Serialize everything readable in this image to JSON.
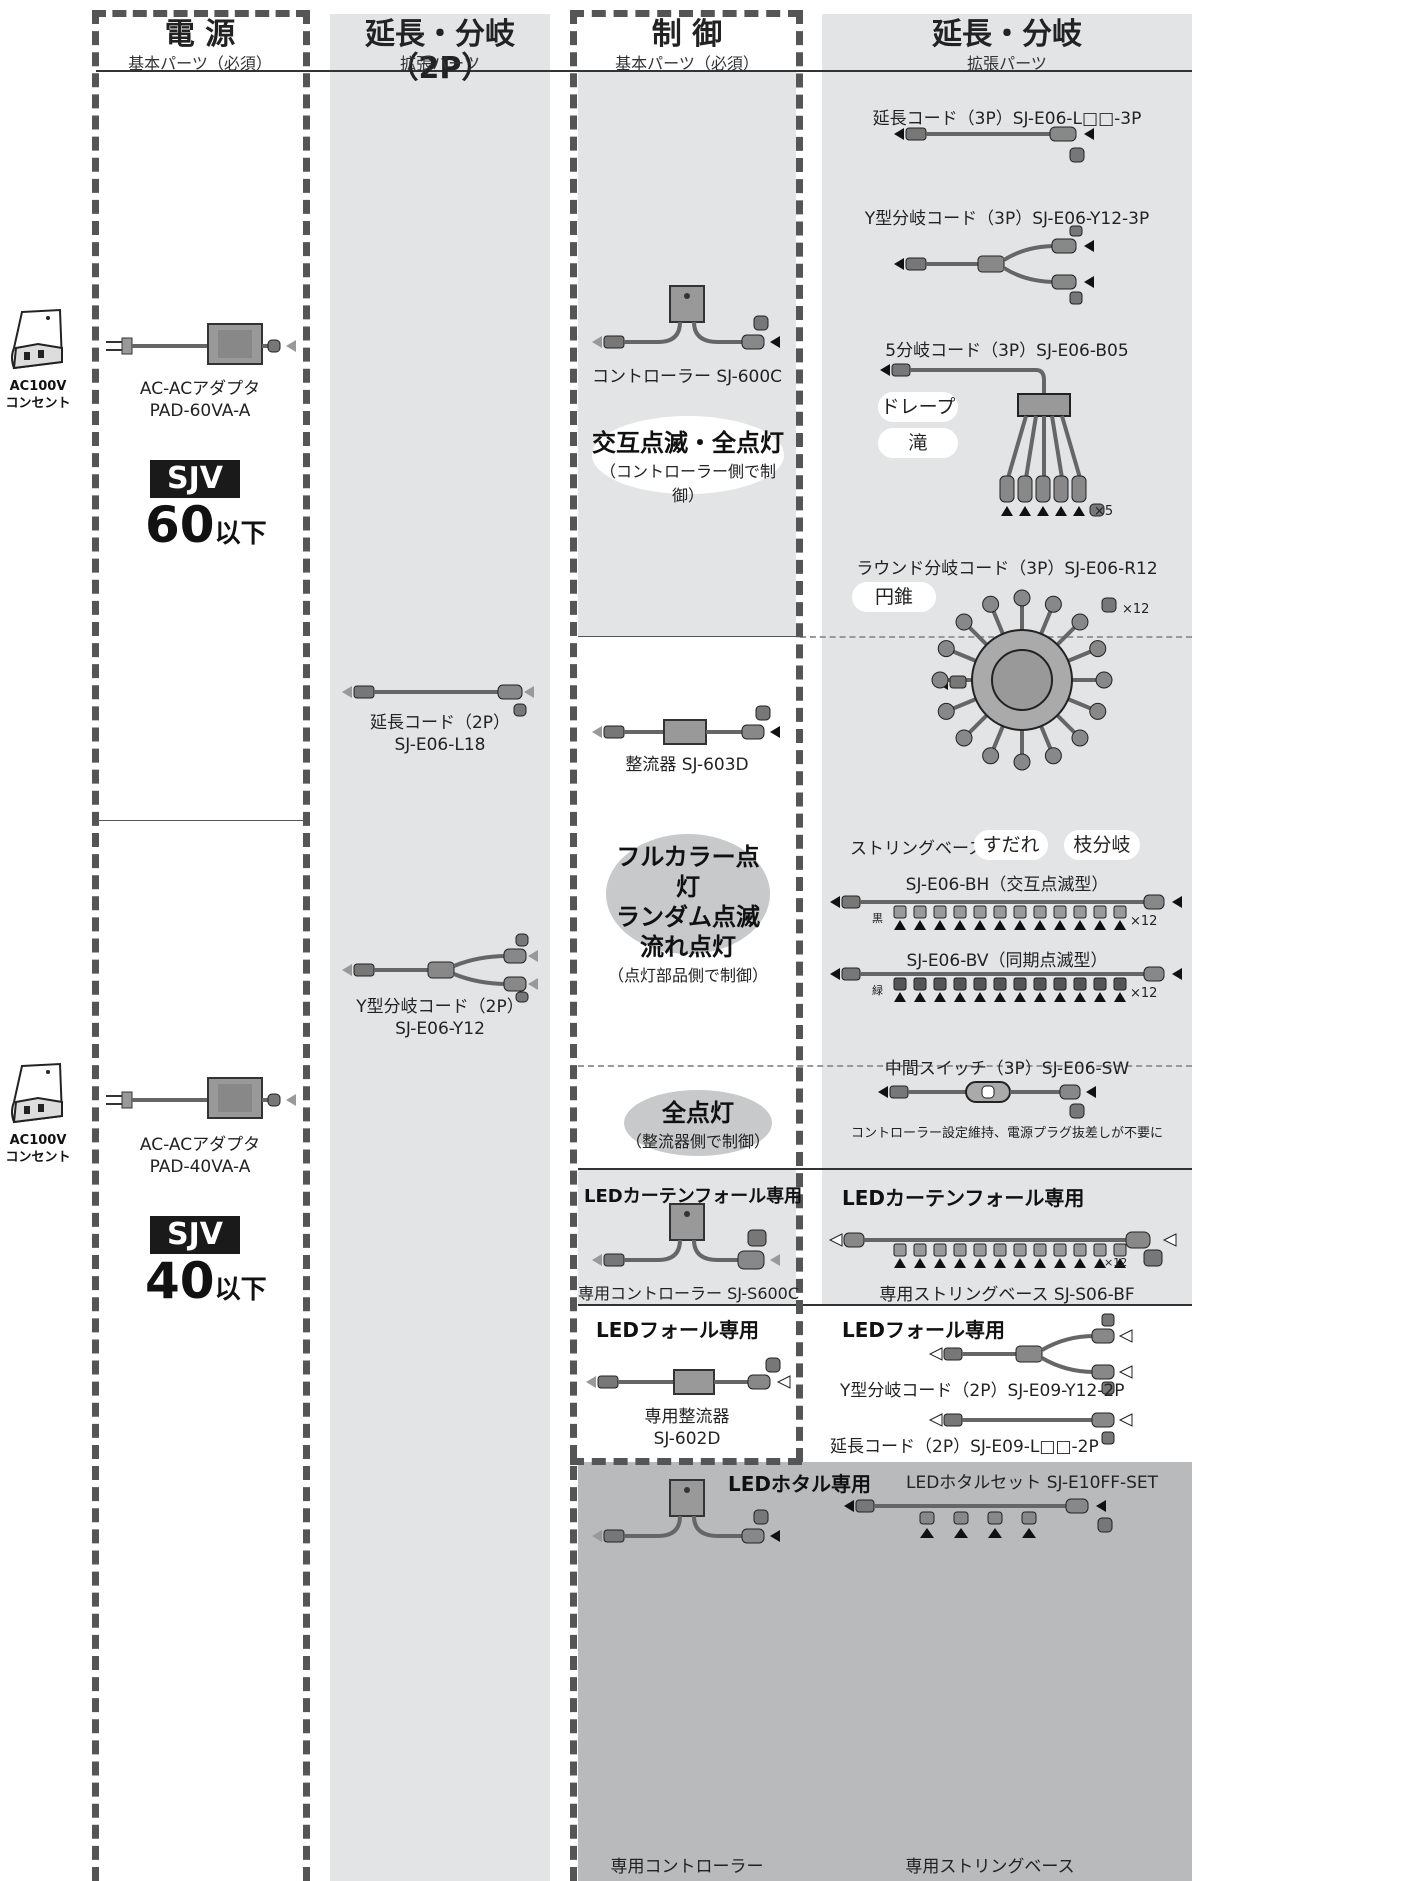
{
  "columns": {
    "power": {
      "title": "電 源",
      "subtitle": "基本パーツ（必須）"
    },
    "ext2p": {
      "title": "延長・分岐（2P）",
      "subtitle": "拡張パーツ"
    },
    "control": {
      "title": "制 御",
      "subtitle": "基本パーツ（必須）"
    },
    "ext": {
      "title": "延長・分岐",
      "subtitle": "拡張パーツ"
    }
  },
  "outlet": {
    "label_line1": "AC100V",
    "label_line2": "コンセント"
  },
  "power": {
    "adapter60": {
      "line1": "AC-ACアダプタ",
      "line2": "PAD-60VA-A"
    },
    "badge60": "SJV",
    "limit60": {
      "number": "60",
      "suffix": "以下"
    },
    "adapter40": {
      "line1": "AC-ACアダプタ",
      "line2": "PAD-40VA-A"
    },
    "badge40": "SJV",
    "limit40": {
      "number": "40",
      "suffix": "以下"
    }
  },
  "ext2p": {
    "cord": {
      "line1": "延長コード（2P）",
      "line2": "SJ-E06-L18"
    },
    "ycord": {
      "line1": "Y型分岐コード（2P）",
      "line2": "SJ-E06-Y12"
    }
  },
  "control": {
    "controller": "コントローラー SJ-600C",
    "mode1": {
      "title": "交互点滅・全点灯",
      "note": "（コントローラー側で制御）"
    },
    "rectifier": "整流器 SJ-603D",
    "mode2": {
      "line1": "フルカラー点灯",
      "line2": "ランダム点滅",
      "line3": "流れ点灯",
      "note": "（点灯部品側で制御）"
    },
    "mode3": {
      "title": "全点灯",
      "note": "（整流器側で制御）"
    },
    "curtain_title": "LEDカーテンフォール専用",
    "curtain_controller": "専用コントローラー SJ-S600C",
    "fall_title": "LEDフォール専用",
    "fall_rectifier": {
      "line1": "専用整流器",
      "line2": "SJ-602D"
    },
    "hotaru_controller": "専用コントローラー"
  },
  "ext": {
    "cord3p": "延長コード（3P）SJ-E06-L□□-3P",
    "ycord3p": "Y型分岐コード（3P）SJ-E06-Y12-3P",
    "b05": "5分岐コード（3P）SJ-E06-B05",
    "pill_drape": "ドレープ",
    "pill_taki": "滝",
    "x5": "×5",
    "round": "ラウンド分岐コード（3P）SJ-E06-R12",
    "pill_ensui": "円錐",
    "x12": "×12",
    "string_base": "ストリングベース",
    "pill_sudare": "すだれ",
    "pill_edabunki": "枝分岐",
    "bh": "SJ-E06-BH（交互点滅型）",
    "bh_color": "黒",
    "bv": "SJ-E06-BV（同期点滅型）",
    "bv_color": "緑",
    "switch": "中間スイッチ（3P）SJ-E06-SW",
    "switch_note": "コントローラー設定維持、電源プラグ抜差しが不要に",
    "curtain_title": "LEDカーテンフォール専用",
    "curtain_base": "専用ストリングベース SJ-S06-BF",
    "fall_title": "LEDフォール専用",
    "fall_y": "Y型分岐コード（2P）SJ-E09-Y12-2P",
    "fall_cord": "延長コード（2P）SJ-E09-L□□-2P",
    "hotaru_title": "LEDホタル専用",
    "hotaru_set": "LEDホタルセット SJ-E10FF-SET",
    "hotaru_base": "専用ストリングベース"
  }
}
